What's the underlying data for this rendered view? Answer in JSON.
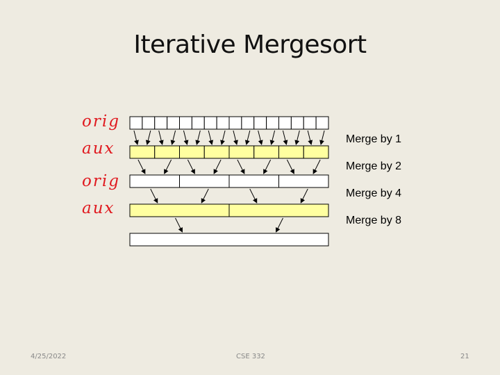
{
  "slide": {
    "title": "Iterative Mergesort"
  },
  "annotations": {
    "row1": "orig",
    "row2": "aux",
    "row3": "orig",
    "row4": "aux"
  },
  "diagram": {
    "rows": [
      {
        "segments": 16,
        "fill": "#ffffff"
      },
      {
        "segments": 8,
        "fill": "#ffffa0"
      },
      {
        "segments": 4,
        "fill": "#ffffff"
      },
      {
        "segments": 2,
        "fill": "#ffffa0"
      },
      {
        "segments": 1,
        "fill": "#ffffff"
      }
    ],
    "step_labels": [
      "Merge by 1",
      "Merge by 2",
      "Merge by 4",
      "Merge by 8"
    ]
  },
  "footer": {
    "date": "4/25/2022",
    "course": "CSE 332",
    "page": "21"
  }
}
